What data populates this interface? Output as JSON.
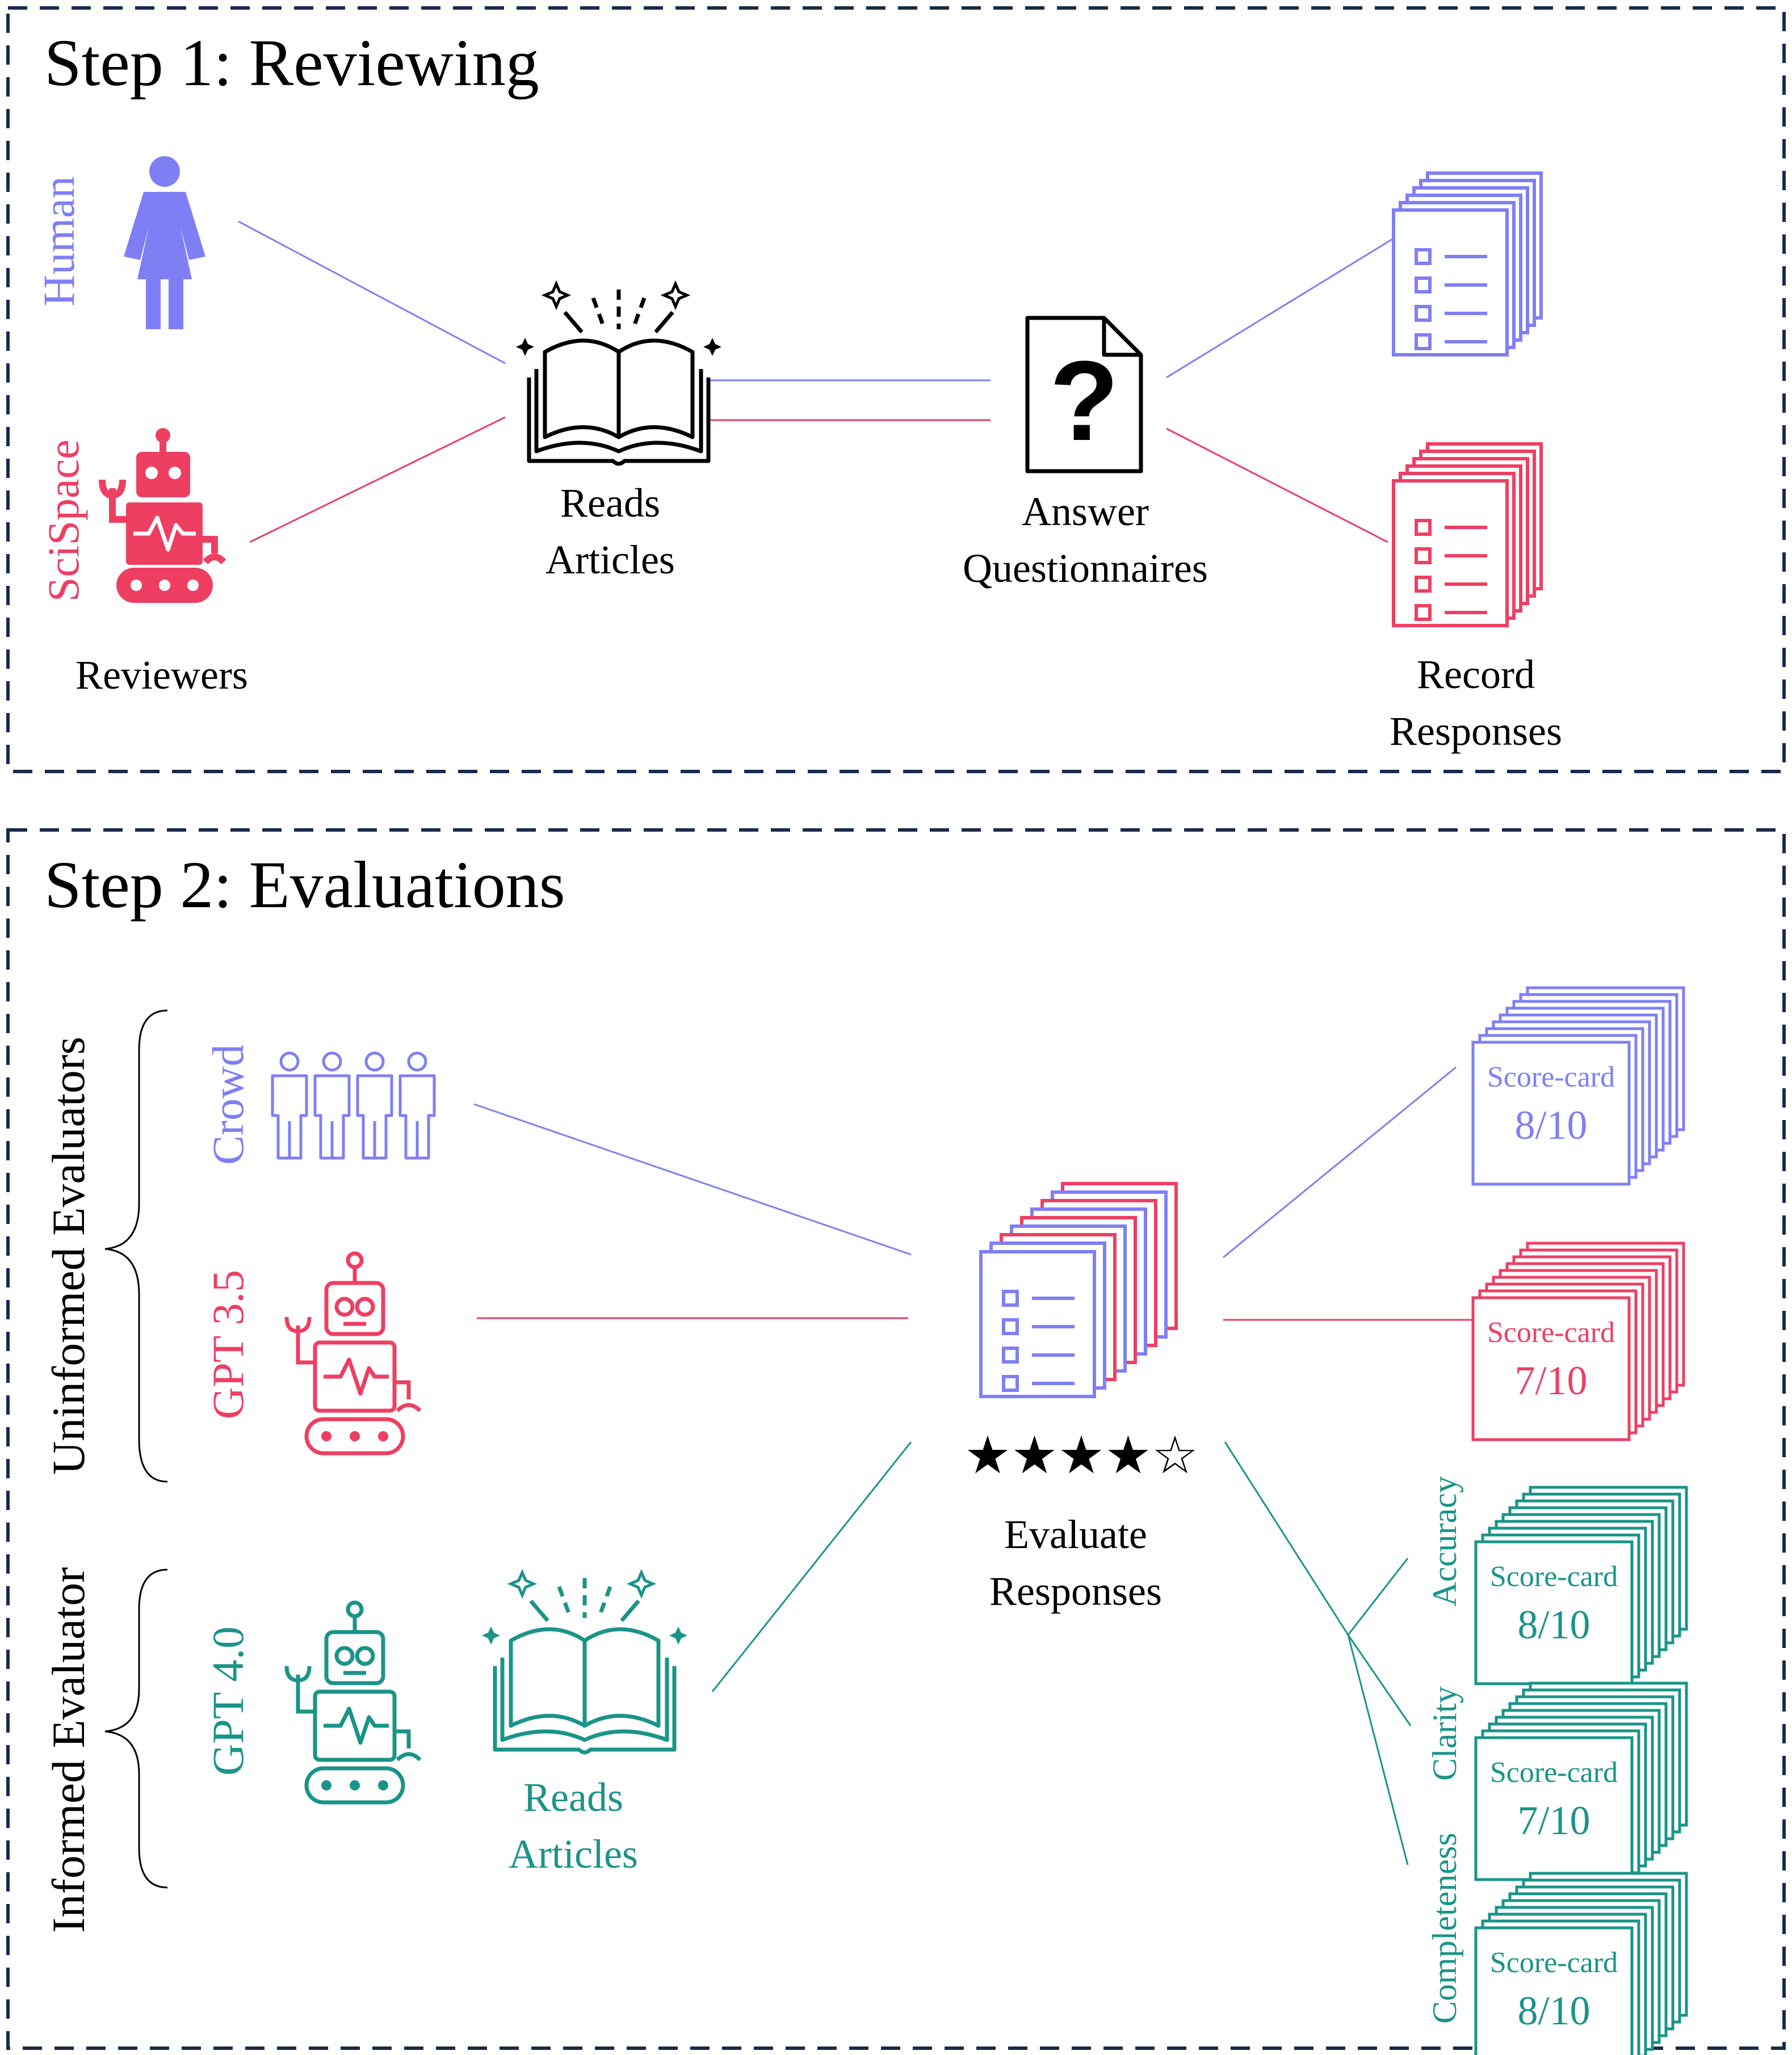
{
  "colors": {
    "human": "#7f7ff5",
    "scispace": "#ee3f63",
    "teal": "#1a9488",
    "frame": "#1a2a4a",
    "ink": "#000000"
  },
  "step1": {
    "title": "Step 1: Reviewing",
    "human_label": "Human",
    "scispace_label": "SciSpace",
    "reviewers_label": "Reviewers",
    "reads_line1": "Reads",
    "reads_line2": "Articles",
    "answer_line1": "Answer",
    "answer_line2": "Questionnaires",
    "record_line1": "Record",
    "record_line2": "Responses",
    "question_mark": "?"
  },
  "step2": {
    "title": "Step 2: Evaluations",
    "uninformed_label": "Uninformed Evaluators",
    "informed_label": "Informed Evaluator",
    "crowd_label": "Crowd",
    "gpt35_label": "GPT 3.5",
    "gpt40_label": "GPT 4.0",
    "reads_line1": "Reads",
    "reads_line2": "Articles",
    "stars": "★★★★☆",
    "evaluate_line1": "Evaluate",
    "evaluate_line2": "Responses",
    "scorecards": [
      {
        "title": "Score-card",
        "score": "8/10"
      },
      {
        "title": "Score-card",
        "score": "7/10"
      },
      {
        "title": "Score-card",
        "score": "8/10",
        "criterion": "Accuracy"
      },
      {
        "title": "Score-card",
        "score": "7/10",
        "criterion": "Clarity"
      },
      {
        "title": "Score-card",
        "score": "8/10",
        "criterion": "Completeness"
      }
    ]
  }
}
